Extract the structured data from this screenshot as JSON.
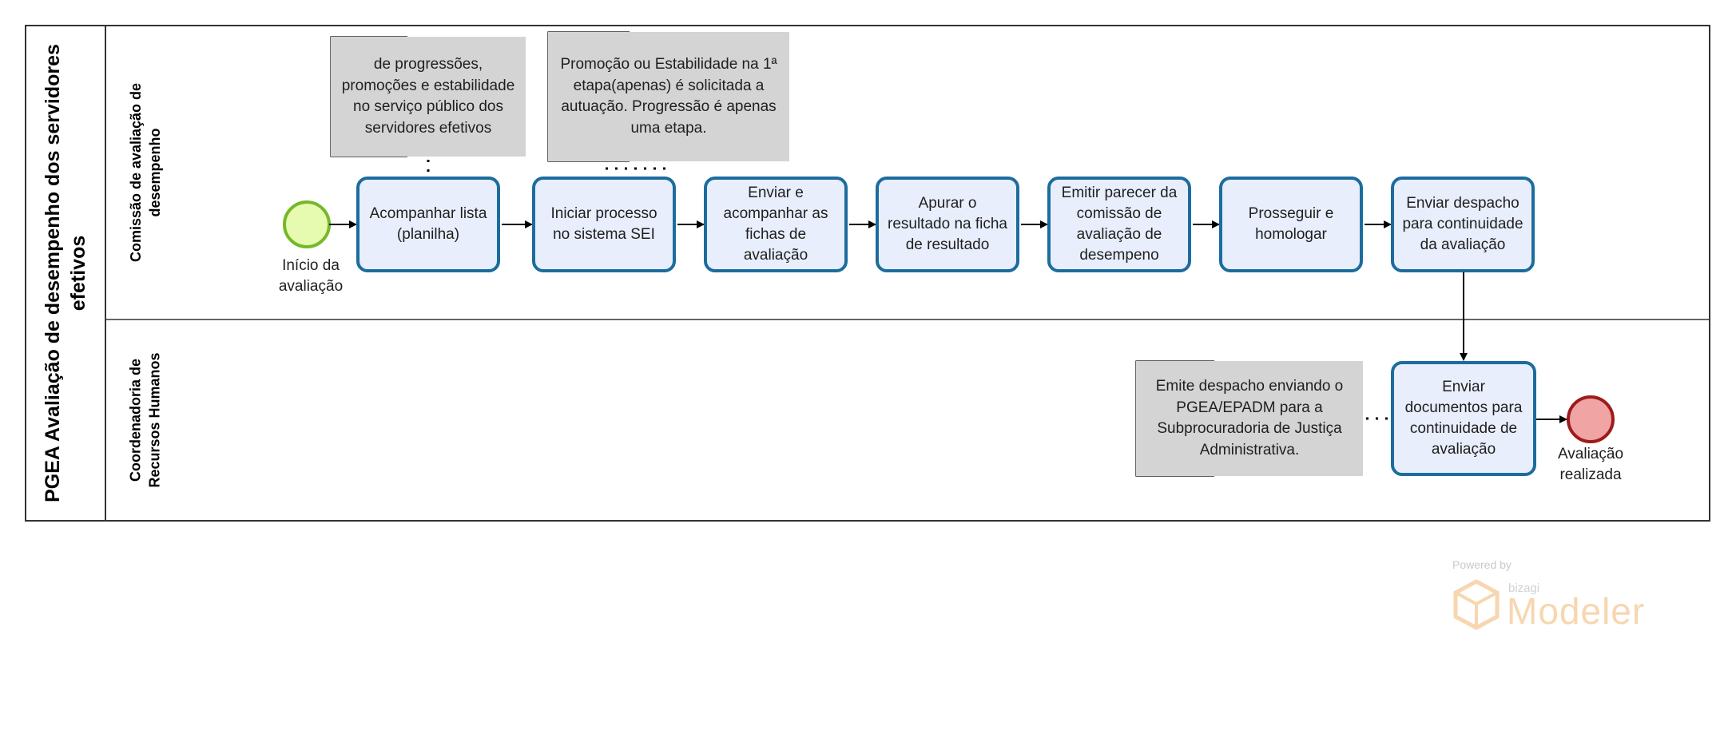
{
  "pool": {
    "title_line1": "PGEA Avaliação de desempenho dos servidores",
    "title_line2": "efetivos"
  },
  "lanes": [
    {
      "line1": "Comissão de avaliação de",
      "line2": "desempenho"
    },
    {
      "line1": "Coordenadoria de",
      "line2": "Recursos Humanos"
    }
  ],
  "tasks": [
    "Acompanhar lista (planilha)",
    "Iniciar processo no sistema SEI",
    "Enviar e acompanhar as fichas de avaliação",
    "Apurar o resultado na ficha de resultado",
    "Emitir parecer da comissão de avaliação de desempeno",
    "Prosseguir e homologar",
    "Enviar despacho para continuidade da avaliação",
    "Enviar documentos para continuidade de avaliação"
  ],
  "annotations": [
    "de progressões, promoções e estabilidade no serviço público dos servidores efetivos",
    "Promoção ou Estabilidade na 1ª etapa(apenas) é solicitada a autuação. Progressão é apenas uma etapa.",
    "Emite despacho enviando o PGEA/EPADM para a Subprocuradoria de Justiça Administrativa."
  ],
  "events": {
    "start": {
      "line1": "Início da",
      "line2": "avaliação",
      "fill": "#e6fbb0",
      "stroke": "#76b82a"
    },
    "end": {
      "line1": "Avaliação",
      "line2": "realizada",
      "fill": "#f0a4a4",
      "stroke": "#9e1b1b"
    }
  },
  "watermark": {
    "powered": "Powered by",
    "brand": "bizagi",
    "product": "Modeler"
  },
  "colors": {
    "task_fill": "#e8eefc",
    "task_stroke": "#1c6c9e",
    "note_fill": "#d4d4d4"
  }
}
